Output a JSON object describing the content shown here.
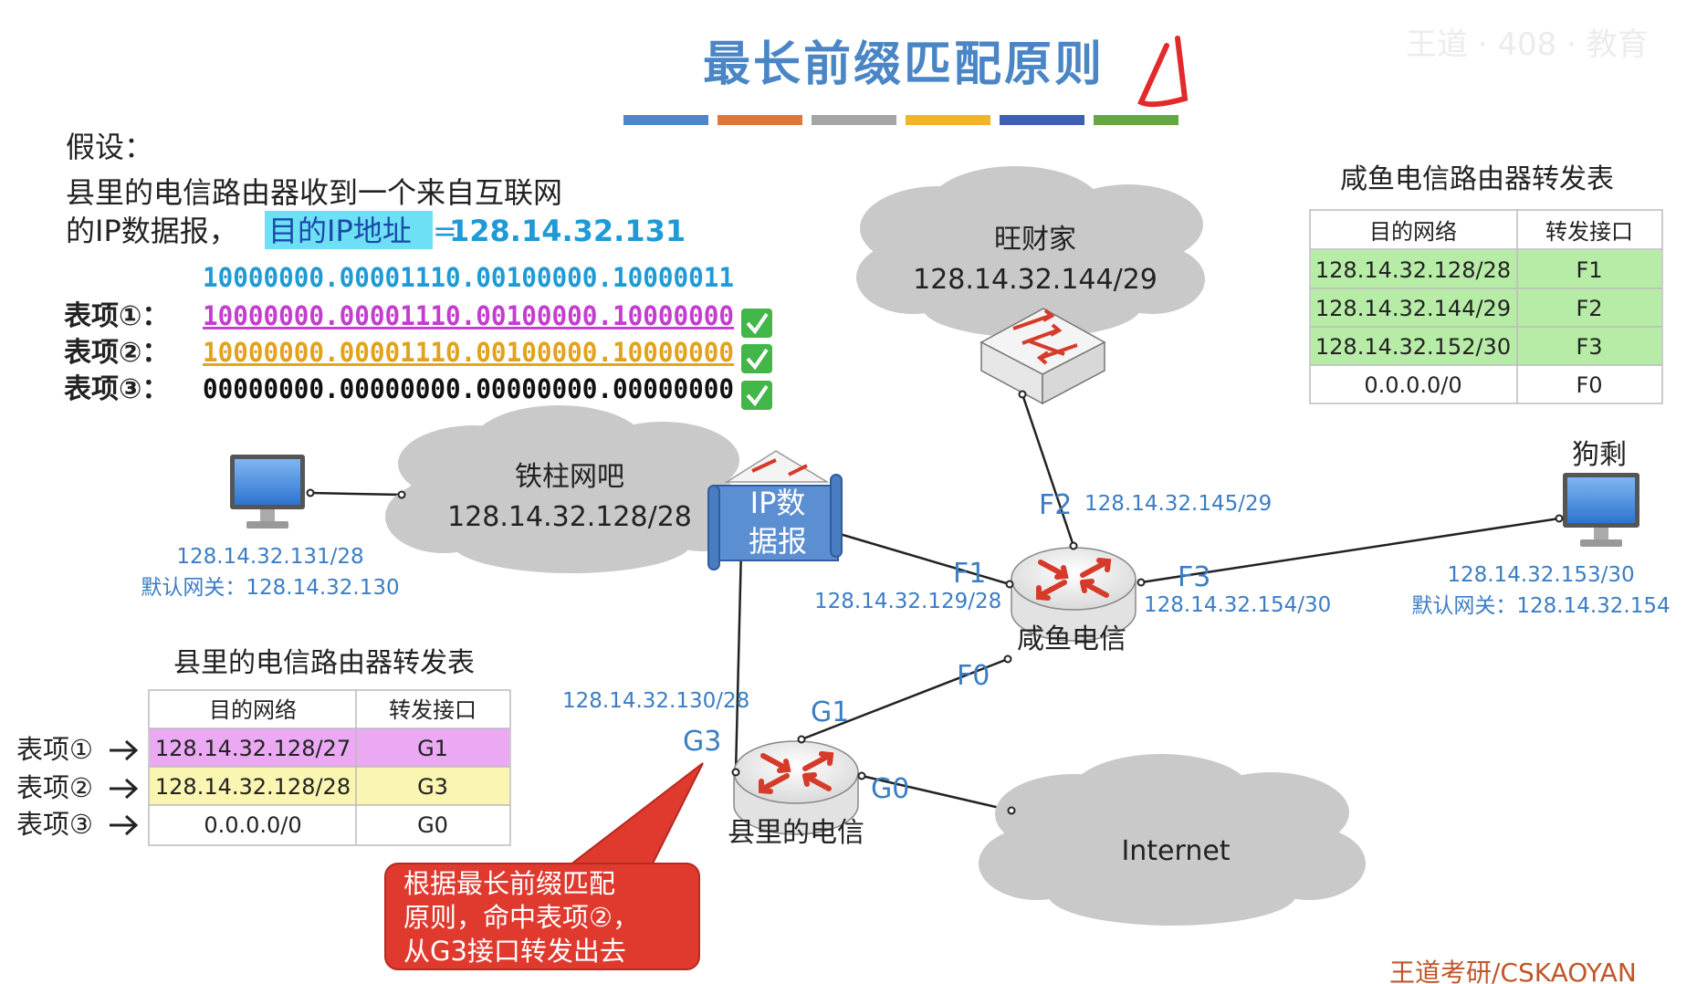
{
  "title": "最长前缀匹配原则",
  "title_bar_colors": [
    "#4e86c9",
    "#e0773a",
    "#a5a5a5",
    "#f0b429",
    "#3f5eb5",
    "#64a844"
  ],
  "watermark_top": "王道 · 408 · 教育",
  "watermark_bottom": "王道考研/CSKAOYAN",
  "assume": {
    "heading": "假设：",
    "line1": "县里的电信路由器收到一个来自互联网",
    "line2_prefix": "的IP数据报，",
    "dest_label": "目的IP地址",
    "equals": "=",
    "dest_ip": "128.14.32.131",
    "dest_binary": "10000000.00001110.00100000.10000011"
  },
  "entries": [
    {
      "label": "表项①：",
      "binary": "10000000.00001110.00100000.10000000",
      "color": "#c43dd0"
    },
    {
      "label": "表项②：",
      "binary": "10000000.00001110.00100000.10000000",
      "color": "#e3a21b"
    },
    {
      "label": "表项③：",
      "binary": "00000000.00000000.00000000.00000000",
      "color": "#111111"
    }
  ],
  "xianyu_table": {
    "title": "咸鱼电信路由器转发表",
    "headers": [
      "目的网络",
      "转发接口"
    ],
    "rows": [
      {
        "net": "128.14.32.128/28",
        "port": "F1"
      },
      {
        "net": "128.14.32.144/29",
        "port": "F2"
      },
      {
        "net": "128.14.32.152/30",
        "port": "F3"
      },
      {
        "net": "0.0.0.0/0",
        "port": "F0"
      }
    ]
  },
  "county_table": {
    "title": "县里的电信路由器转发表",
    "headers": [
      "目的网络",
      "转发接口"
    ],
    "rows": [
      {
        "marker": "表项①",
        "net": "128.14.32.128/27",
        "port": "G1"
      },
      {
        "marker": "表项②",
        "net": "128.14.32.128/28",
        "port": "G3"
      },
      {
        "marker": "表项③",
        "net": "0.0.0.0/0",
        "port": "G0"
      }
    ]
  },
  "network": {
    "wangcaijia": {
      "name": "旺财家",
      "subnet": "128.14.32.144/29"
    },
    "tiezhu": {
      "name": "铁柱网吧",
      "subnet": "128.14.32.128/28"
    },
    "internet": {
      "name": "Internet"
    },
    "packet": {
      "line1": "IP数",
      "line2": "据报"
    },
    "pc_left": {
      "ip": "128.14.32.131/28",
      "gateway": "默认网关：128.14.32.130"
    },
    "pc_right": {
      "name": "狗剩",
      "ip": "128.14.32.153/30",
      "gateway": "默认网关：128.14.32.154"
    },
    "router_xianyu": {
      "name": "咸鱼电信"
    },
    "router_county": {
      "name": "县里的电信"
    },
    "ports": {
      "F2": "F2",
      "F2_ip": "128.14.32.145/29",
      "F1": "F1",
      "F1_ip": "128.14.32.129/28",
      "F3": "F3",
      "F3_ip": "128.14.32.154/30",
      "F0": "F0",
      "G1": "G1",
      "G3": "G3",
      "G3_ip": "128.14.32.130/28",
      "G0": "G0"
    }
  },
  "callout": {
    "line1": "根据最长前缀匹配",
    "line2": "原则，命中表项②，",
    "line3": "从G3接口转发出去"
  },
  "colors": {
    "title": "#4a86c5",
    "port_blue": "#3b7dc4",
    "dest_ip": "#1e9ad6",
    "dest_highlight": "#6ee0f5",
    "row_green": "#b7eca7",
    "row_pink": "#eaa9f2",
    "row_yellow": "#faf5b0",
    "callout_red": "#e03a2f",
    "packet_blue": "#5c8fd2"
  }
}
